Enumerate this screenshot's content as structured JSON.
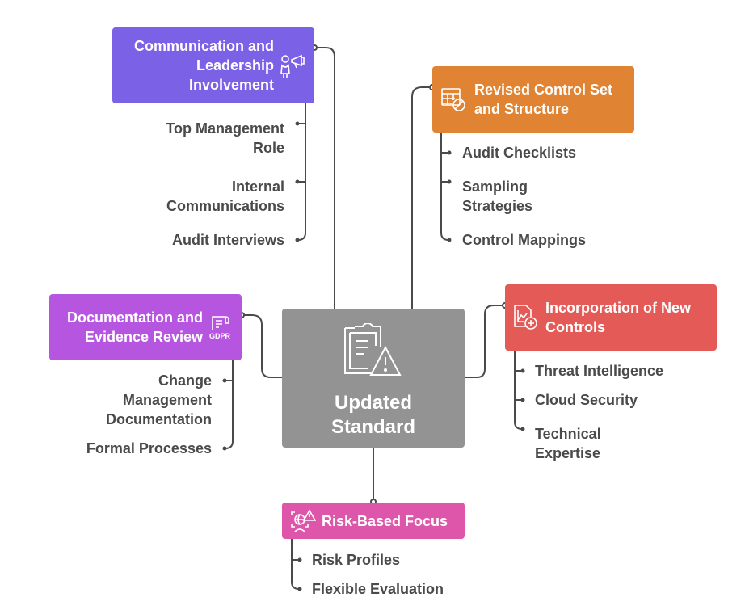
{
  "center": {
    "title": "Updated\nStandard",
    "icon": "clipboard-warning-icon",
    "color": "#939393"
  },
  "branches": [
    {
      "id": "communication",
      "title": "Communication and\nLeadership\nInvolvement",
      "icon": "megaphone-person-icon",
      "color": "#7b61e6",
      "items": [
        "Top Management\nRole",
        "Internal\nCommunications",
        "Audit Interviews"
      ]
    },
    {
      "id": "revised",
      "title": "Revised Control Set\nand Structure",
      "icon": "table-blocked-icon",
      "color": "#e08433",
      "items": [
        "Audit Checklists",
        "Sampling\nStrategies",
        "Control Mappings"
      ]
    },
    {
      "id": "documentation",
      "title": "Documentation and\nEvidence Review",
      "icon": "gdpr-document-icon",
      "color": "#b656e0",
      "items": [
        "Change\nManagement\nDocumentation",
        "Formal Processes"
      ]
    },
    {
      "id": "incorporation",
      "title": "Incorporation of New\nControls",
      "icon": "chart-add-icon",
      "color": "#e35a57",
      "items": [
        "Threat Intelligence",
        "Cloud Security",
        "Technical\nExpertise"
      ]
    },
    {
      "id": "risk",
      "title": "Risk-Based Focus",
      "icon": "globe-warning-icon",
      "color": "#dd56aa",
      "items": [
        "Risk Profiles",
        "Flexible Evaluation"
      ]
    }
  ]
}
